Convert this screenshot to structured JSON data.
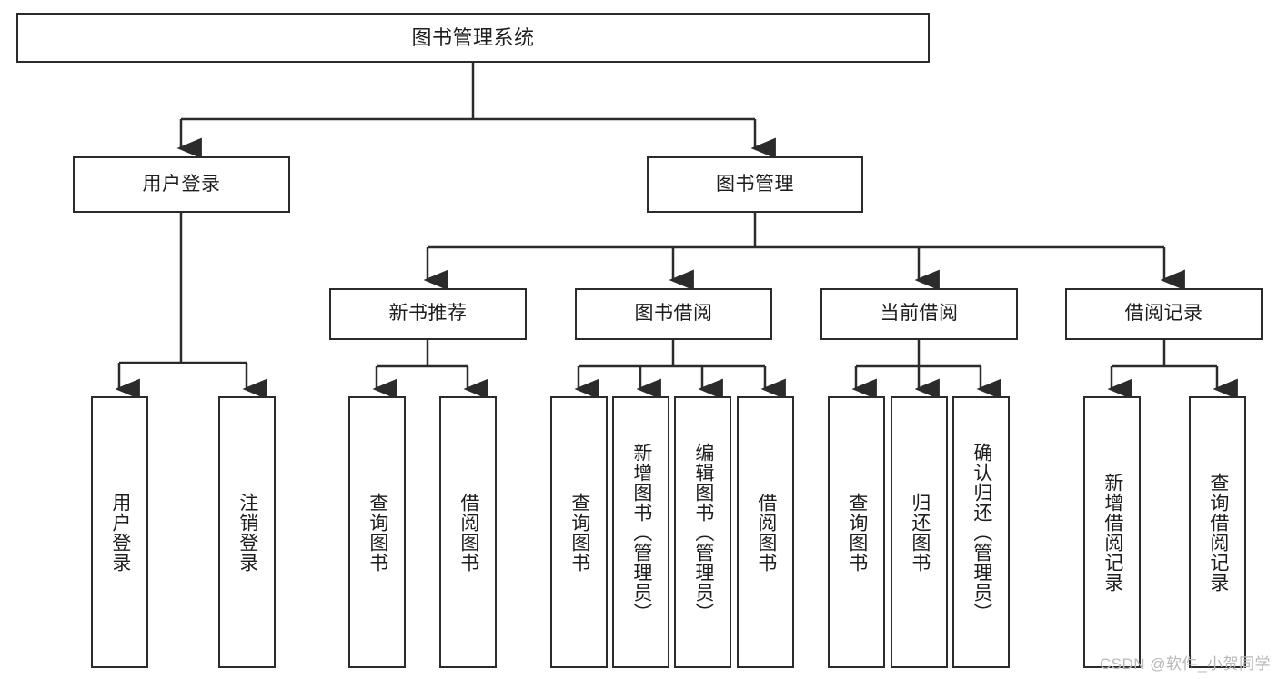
{
  "diagram": {
    "type": "tree",
    "title": "图书管理系统",
    "orientation": "top-down",
    "colors": {
      "background": "#ffffff",
      "box_border": "#2b2b2b",
      "box_fill": "#ffffff",
      "connector": "#2b2b2b",
      "text": "#1d1d1d",
      "watermark": "#b9b9b9"
    }
  },
  "nodes": {
    "root": {
      "label": "图书管理系统"
    },
    "level2": [
      {
        "label": "用户登录"
      },
      {
        "label": "图书管理"
      }
    ],
    "level3": [
      {
        "label": "新书推荐"
      },
      {
        "label": "图书借阅"
      },
      {
        "label": "当前借阅"
      },
      {
        "label": "借阅记录"
      }
    ],
    "leaves": {
      "user_login": [
        {
          "label": "用户登录"
        },
        {
          "label": "注销登录"
        }
      ],
      "new_book_recommend": [
        {
          "label": "查询图书"
        },
        {
          "label": "借阅图书"
        }
      ],
      "book_borrow": [
        {
          "label": "查询图书"
        },
        {
          "label": "新增图书（管理员）"
        },
        {
          "label": "编辑图书（管理员）"
        },
        {
          "label": "借阅图书"
        }
      ],
      "current_borrow": [
        {
          "label": "查询图书"
        },
        {
          "label": "归还图书"
        },
        {
          "label": "确认归还（管理员）"
        }
      ],
      "borrow_record": [
        {
          "label": "新增借阅记录"
        },
        {
          "label": "查询借阅记录"
        }
      ]
    }
  },
  "watermark": {
    "text": "CSDN @软件_小贺同学"
  }
}
